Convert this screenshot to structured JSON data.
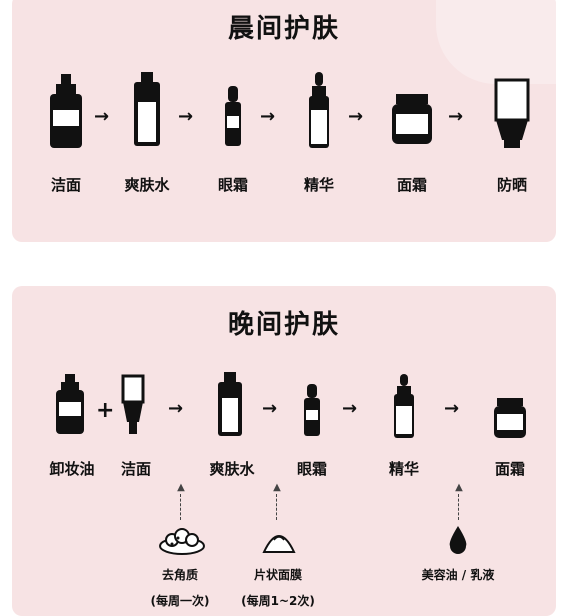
{
  "morning": {
    "title": "晨间护肤",
    "steps": [
      "洁面",
      "爽肤水",
      "眼霜",
      "精华",
      "面霜",
      "防晒"
    ]
  },
  "evening": {
    "title": "晚间护肤",
    "steps": [
      "卸妆油",
      "洁面",
      "爽肤水",
      "眼霜",
      "精华",
      "面霜"
    ],
    "notes": [
      {
        "label": "去角质",
        "sub": "(每周一次)"
      },
      {
        "label": "片状面膜",
        "sub": "(每周1~2次)"
      },
      {
        "label": "美容油 / 乳液",
        "sub": ""
      }
    ]
  },
  "symbols": {
    "arrow": "→",
    "plus": "+"
  }
}
